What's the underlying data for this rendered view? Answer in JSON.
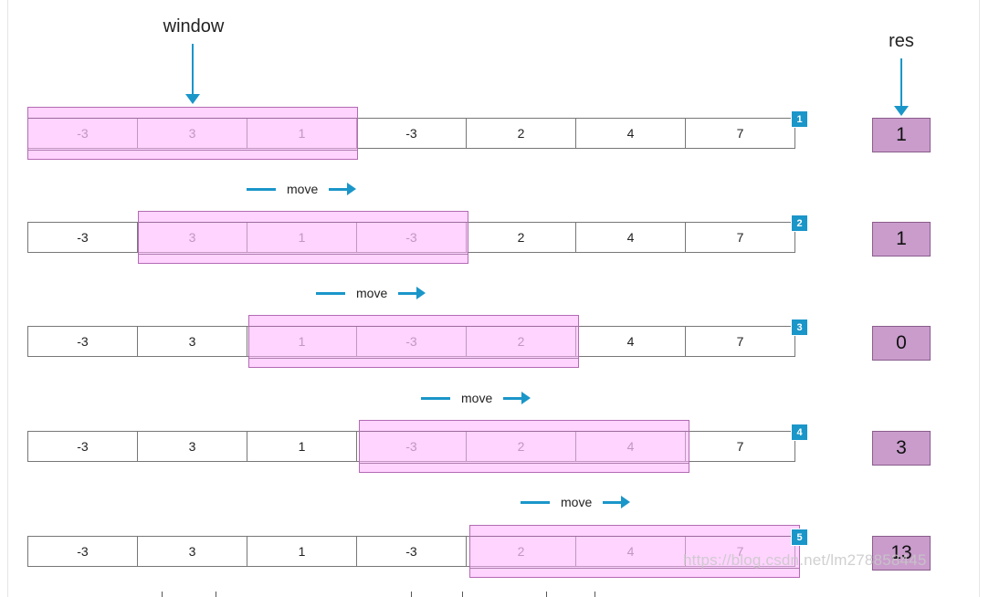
{
  "labels": {
    "window": "window",
    "res": "res",
    "move": "move"
  },
  "colors": {
    "accent": "#1a96c9",
    "window_fill": "#ffb0ff",
    "res_fill": "#c99ccc"
  },
  "watermark": "https://blog.csdn.net/lm278858445",
  "rows": [
    {
      "step": "1",
      "values": [
        "-3",
        "3",
        "1",
        "-3",
        "2",
        "4",
        "7"
      ],
      "window_start": 0,
      "res": "1"
    },
    {
      "step": "2",
      "values": [
        "-3",
        "3",
        "1",
        "-3",
        "2",
        "4",
        "7"
      ],
      "window_start": 1,
      "res": "1"
    },
    {
      "step": "3",
      "values": [
        "-3",
        "3",
        "1",
        "-3",
        "2",
        "4",
        "7"
      ],
      "window_start": 2,
      "res": "0"
    },
    {
      "step": "4",
      "values": [
        "-3",
        "3",
        "1",
        "-3",
        "2",
        "4",
        "7"
      ],
      "window_start": 3,
      "res": "3"
    },
    {
      "step": "5",
      "values": [
        "-3",
        "3",
        "1",
        "-3",
        "2",
        "4",
        "7"
      ],
      "window_start": 4,
      "res": "13"
    }
  ]
}
